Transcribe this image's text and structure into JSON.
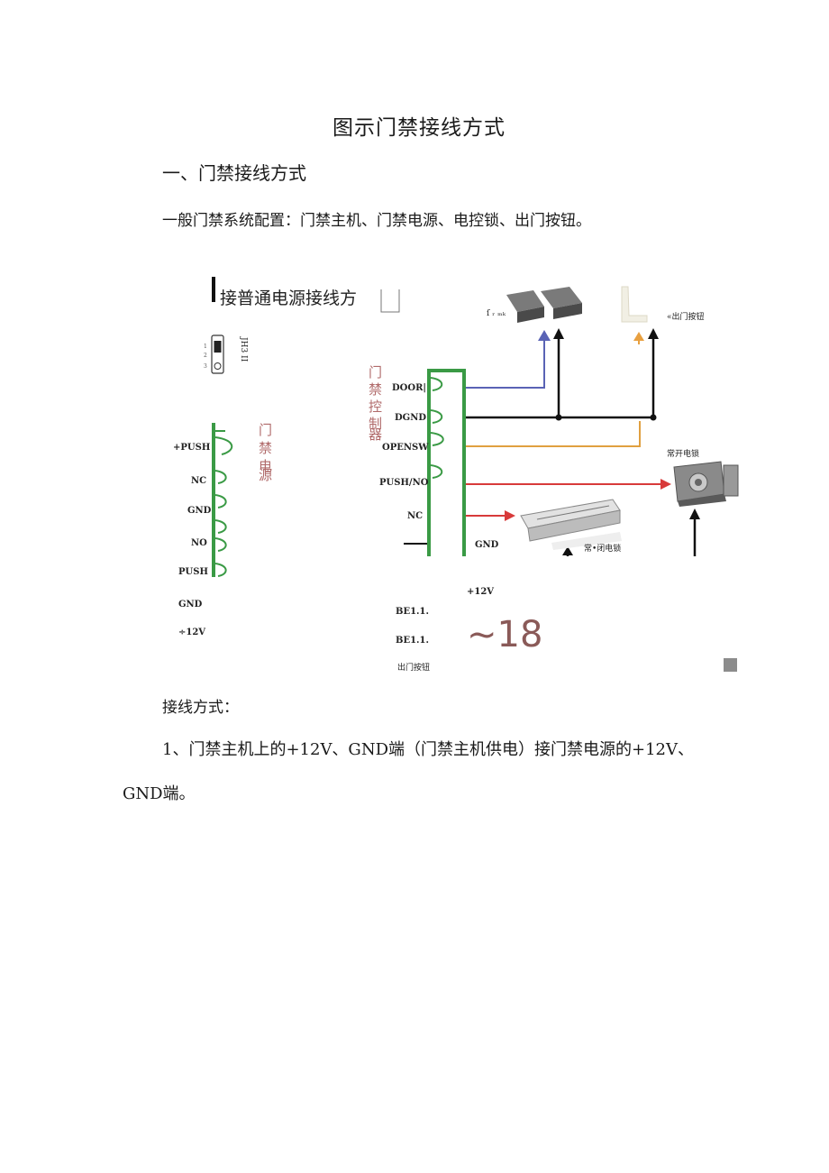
{
  "document": {
    "title": "图示门禁接线方式",
    "section_heading": "一、门禁接线方式",
    "intro": "一般门禁系统配置：门禁主机、门禁电源、电控锁、出门按钮。",
    "wiring_heading": "接线方式：",
    "step1_line1": "1、门禁主机上的+12V、GND端（门禁主机供电）接门禁电源的+12V、",
    "step1_line2": "GND端。"
  },
  "diagram": {
    "subtitle": "接普通电源接线方",
    "jumper_label": "JH3 II",
    "power_supply_label": "门禁电源",
    "controller_label": "门禁控制器",
    "power_terminals": [
      "+PUSH",
      "NC",
      "GND",
      "NO",
      "PUSH",
      "GND",
      "÷12V"
    ],
    "controller_terminals": [
      "DOOR|",
      "DGND",
      "OPENSW",
      "PUSH/NO",
      "NC",
      "GND"
    ],
    "extra_labels": [
      "+12V",
      "BE1.1.",
      "BE1.1.",
      "~18",
      "出门按钮"
    ],
    "sensor_label": "ſ ᵣ ₘₖ",
    "exit_button_label": "«出门按钮",
    "normally_open_lock_label": "常开电锁",
    "normally_closed_lock_label": "常•闭电锁",
    "wire_colors": {
      "door_sensor": "#5a63b5",
      "ground": "#111111",
      "open_switch": "#e0a040",
      "lock_power": "#d83a3a",
      "terminal_bar": "#3a9a45",
      "exit_arrow": "#e8a040"
    }
  }
}
